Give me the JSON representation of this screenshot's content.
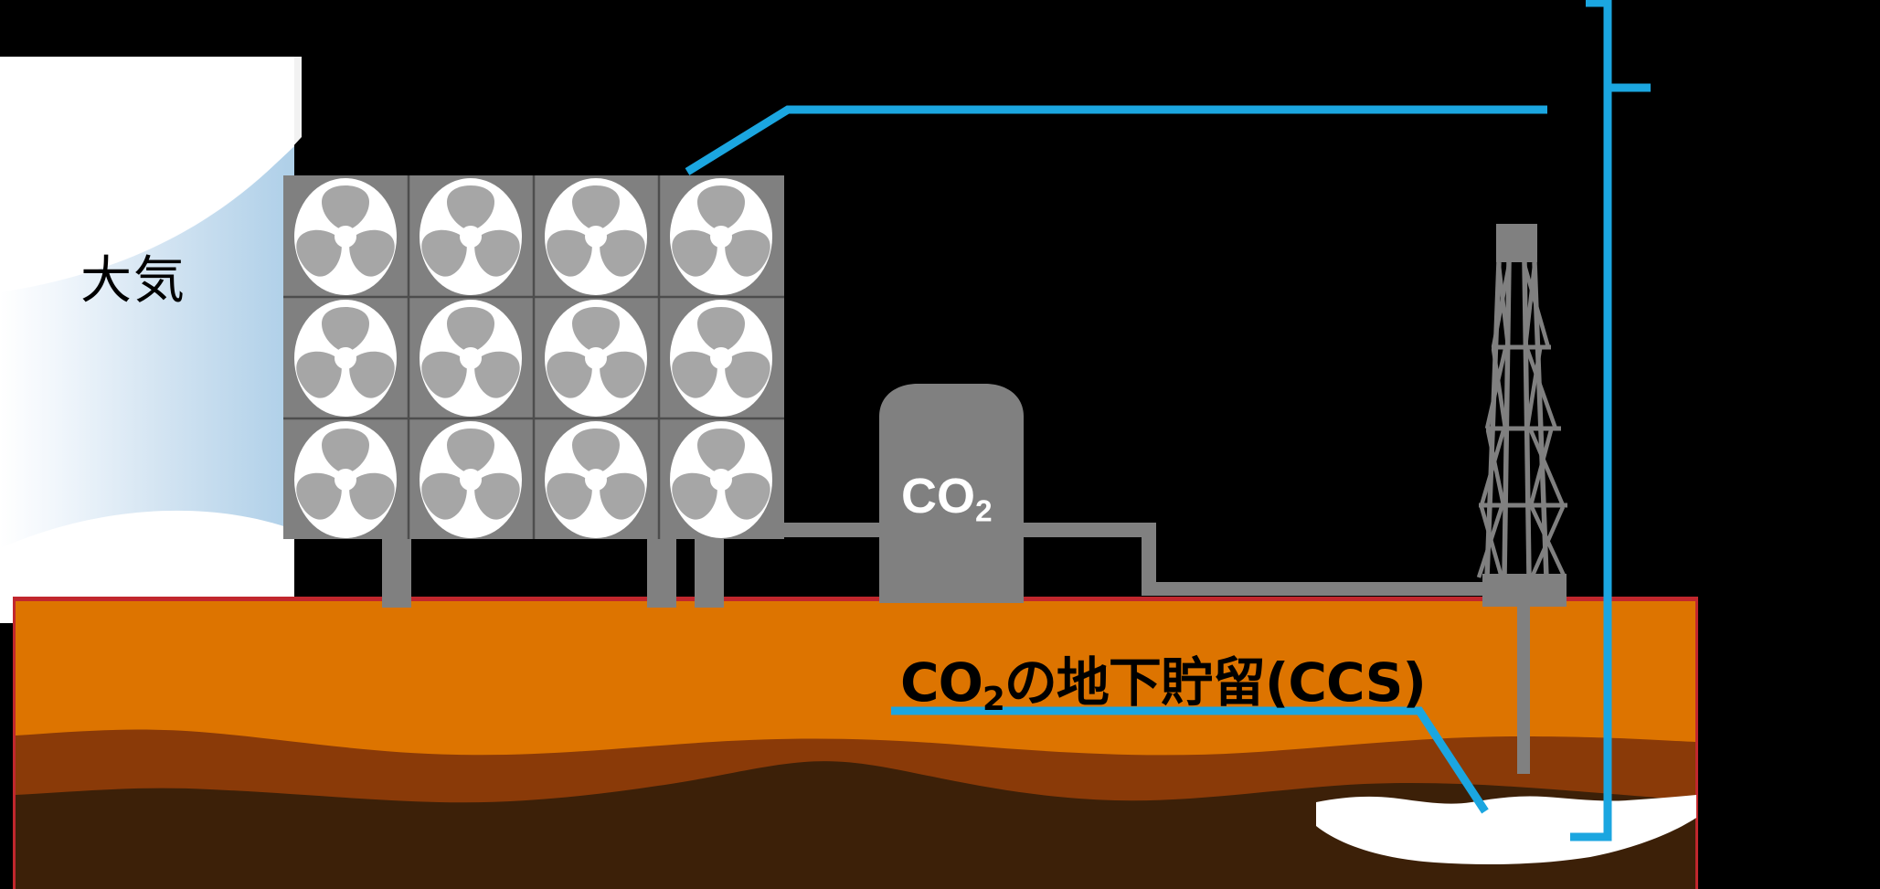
{
  "diagram": {
    "title_visible": false,
    "background_color": "#000000",
    "labels": {
      "atmosphere": "大気",
      "co2_tank": "CO",
      "co2_tank_sub": "2",
      "ccs_prefix": "CO",
      "ccs_sub": "2",
      "ccs_rest": "の地下貯留(CCS)"
    },
    "colors": {
      "accent_blue": "#1BA6E0",
      "equipment_gray": "#808080",
      "fan_blade_gray": "#A6A6A6",
      "fan_white": "#FFFFFF",
      "soil_top": "#DD7400",
      "soil_mid": "#8A3A08",
      "soil_bottom": "#3C2008",
      "reservoir_white": "#FFFFFF",
      "sky_blue": "#AECFE8",
      "outline_red": "#C1272D"
    },
    "dac_unit": {
      "name": "direct-air-capture-array",
      "columns": 4,
      "rows": 3,
      "fan_count": 12
    },
    "components": [
      {
        "name": "atmosphere-cloud"
      },
      {
        "name": "dac-fan-array"
      },
      {
        "name": "co2-storage-tank"
      },
      {
        "name": "transport-pipeline"
      },
      {
        "name": "drilling-rig-derrick"
      },
      {
        "name": "injection-well"
      },
      {
        "name": "underground-reservoir"
      },
      {
        "name": "callout-line-dac"
      },
      {
        "name": "callout-line-ccs"
      }
    ]
  }
}
